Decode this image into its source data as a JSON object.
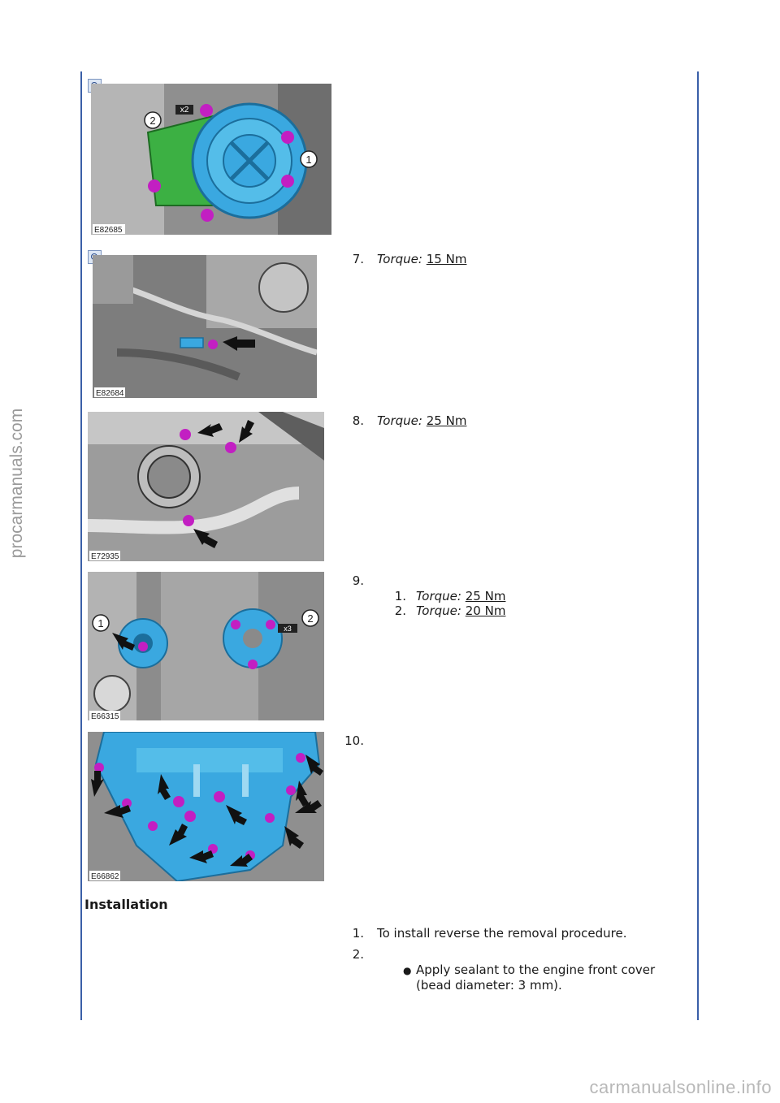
{
  "watermarks": {
    "side": "procarmanuals.com",
    "bottom": "carmanualsonline.info"
  },
  "figures": [
    {
      "code": "E82685",
      "callouts": [
        "2",
        "x2",
        "1"
      ]
    },
    {
      "code": "E82684",
      "callouts": []
    },
    {
      "code": "E72935",
      "callouts": []
    },
    {
      "code": "E66315",
      "callouts": [
        "1",
        "2",
        "x3"
      ]
    },
    {
      "code": "E66862",
      "callouts": []
    }
  ],
  "steps": [
    {
      "num": "7.",
      "label": "Torque:",
      "value": "15 Nm"
    },
    {
      "num": "8.",
      "label": "Torque:",
      "value": "25 Nm"
    },
    {
      "num": "9.",
      "substeps": [
        {
          "num": "1.",
          "label": "Torque:",
          "value": "25 Nm"
        },
        {
          "num": "2.",
          "label": "Torque:",
          "value": "20 Nm"
        }
      ]
    },
    {
      "num": "10."
    }
  ],
  "installation": {
    "title": "Installation",
    "steps": [
      {
        "num": "1.",
        "text": "To install reverse the removal procedure."
      },
      {
        "num": "2.",
        "bullet": "Apply sealant to the engine front cover (bead diameter: 3 mm).",
        "bullet_line1": "Apply sealant to the engine front cover",
        "bullet_line2": "(bead diameter: 3 mm)."
      }
    ]
  },
  "colors": {
    "rule": "#3a5fa8",
    "part_blue": "#3aa8e0",
    "part_green": "#3cb043",
    "fastener_magenta": "#c21fc2"
  }
}
